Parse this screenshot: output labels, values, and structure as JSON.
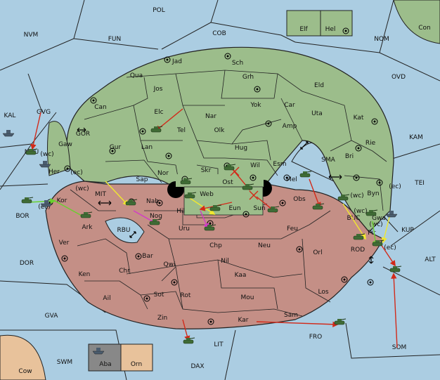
{
  "colors": {
    "sea": "#abcde2",
    "green": "#9cbd8b",
    "brown": "#c48f86",
    "peach": "#e8c29b",
    "gray": "#888888",
    "border": "#222222",
    "unit": "#3f6b35",
    "order_red": "#d22a1a",
    "order_yellow": "#f0e830",
    "order_green": "#6ad02e",
    "order_magenta": "#d23ac8"
  },
  "icons": {
    "army": "tank-icon",
    "fleet": "ship-icon",
    "supply_center": "supply-center-icon",
    "convoy_arrow": "double-arrow-icon"
  },
  "regions": {
    "sea": [
      "NVM",
      "POL",
      "FUN",
      "COB",
      "NOM",
      "Con",
      "OVD",
      "KAL",
      "GVG",
      "MVU",
      "GOR",
      "KAM",
      "SMA",
      "TEI",
      "BOR",
      "MIT",
      "RBU",
      "BUC",
      "KUP",
      "DOR",
      "ROD",
      "ALT",
      "GVA",
      "FRO",
      "SWM",
      "LIT",
      "DAX",
      "SOM",
      "Cow"
    ],
    "green": [
      "Elf",
      "Hel",
      "Jad",
      "Sch",
      "Qua",
      "Jos",
      "Grh",
      "Eld",
      "Can",
      "Yok",
      "Car",
      "Elc",
      "Nar",
      "Uta",
      "Kat",
      "Tel",
      "Olk",
      "Amp",
      "Gaw",
      "Gur",
      "Lan",
      "Hug",
      "Rie",
      "Wil",
      "Esm",
      "Bri",
      "Her",
      "Nor",
      "Skr",
      "Ost",
      "Mel",
      "Byn",
      "Sap",
      "Web",
      "Eun",
      "Hil"
    ],
    "brown": [
      "Kor",
      "Nab",
      "Sun",
      "Obs",
      "Ark",
      "Nog",
      "Uru",
      "Feu",
      "Gwa",
      "Pir",
      "Ver",
      "Chp",
      "Neu",
      "Orl",
      "Bar",
      "Qwi",
      "Nil",
      "Ken",
      "Chr",
      "Kaa",
      "Los",
      "Sot",
      "Rot",
      "Ail",
      "Mou",
      "Zin",
      "Kar",
      "Sam"
    ],
    "special": [
      "Aba",
      "Orn"
    ],
    "coast_tags": [
      "(wc)",
      "(ec)",
      "(wc)",
      "(ec)",
      "(wc)",
      "(ec)",
      "(wc)",
      "(wc)",
      "(ec)"
    ]
  },
  "legend": "Diplomacy variant map with armies, fleets and orders"
}
